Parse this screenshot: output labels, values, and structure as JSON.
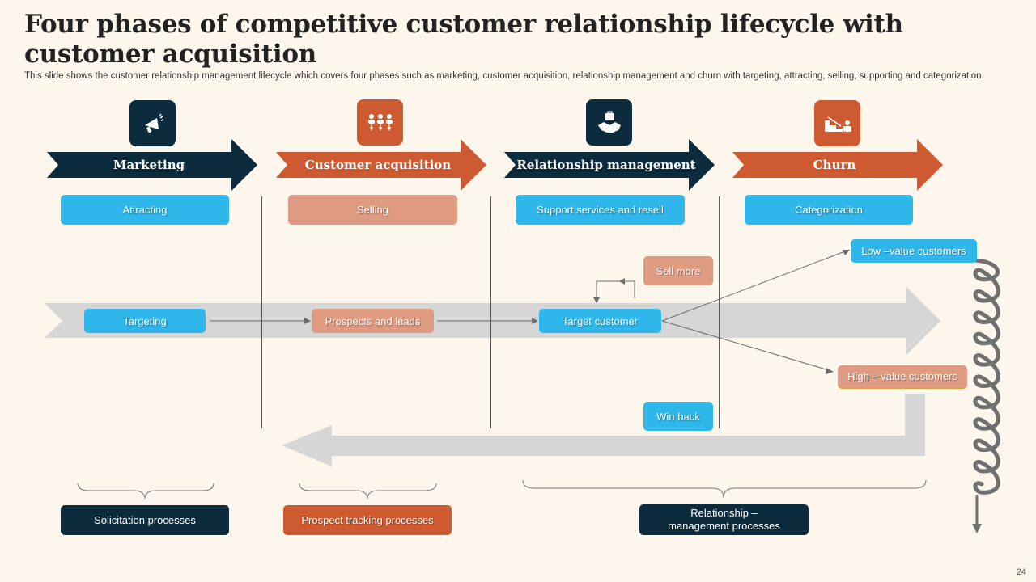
{
  "header": {
    "title": "Four phases of competitive customer relationship lifecycle with customer acquisition",
    "subtitle": "This slide shows the customer relationship management lifecycle which covers four phases such as marketing, customer acquisition, relationship management and churn with targeting, attracting, selling, supporting and categorization."
  },
  "colors": {
    "dark": "#0c2b3d",
    "orange": "#cd5a30",
    "blue": "#2fb7ec",
    "salmon": "#df9a82",
    "gray_arrow": "#d6d6d6"
  },
  "phases": [
    {
      "label": "Marketing",
      "icon": "megaphone-icon",
      "activity": "Attracting"
    },
    {
      "label": "Customer acquisition",
      "icon": "people-funnel-icon",
      "activity": "Selling"
    },
    {
      "label": "Relationship management",
      "icon": "handshake-briefcase-icon",
      "activity": "Support services and resell"
    },
    {
      "label": "Churn",
      "icon": "decline-stairs-person-icon",
      "activity": "Categorization"
    }
  ],
  "flow": {
    "targeting": "Targeting",
    "prospects": "Prospects and leads",
    "target_customer": "Target customer",
    "sell_more": "Sell more",
    "low_value": "Low –value  customers",
    "high_value": "High – value  customers",
    "win_back": "Win back"
  },
  "processes": {
    "solicitation": "Solicitation processes",
    "prospect_tracking": "Prospect tracking processes",
    "relationship_line1": "Relationship –",
    "relationship_line2": "management  processes"
  },
  "page_number": "24"
}
